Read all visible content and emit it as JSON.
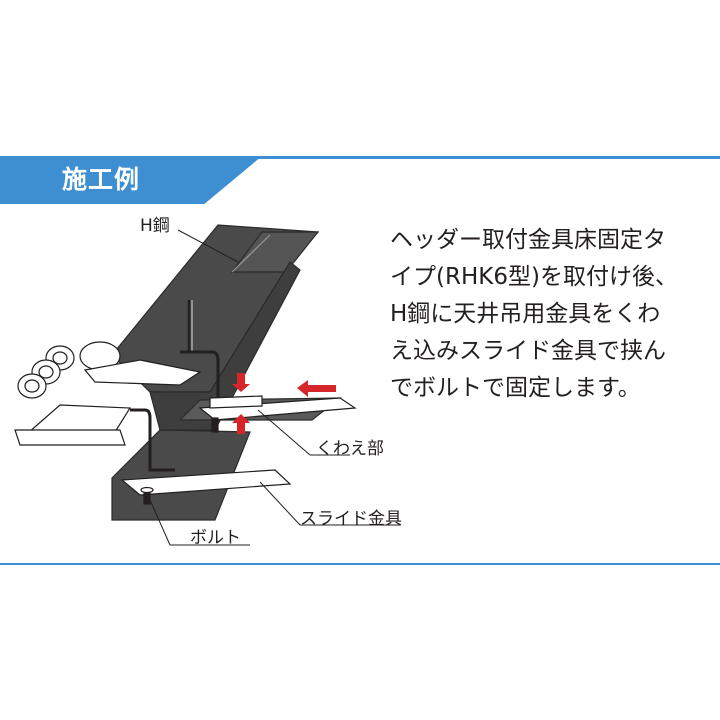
{
  "section": {
    "title": "施工例"
  },
  "description": {
    "lines": [
      "ヘッダー取付金具床固定タ",
      "イプ(RHK6型)を取付け後、",
      "H鋼に天井吊用金具をくわ",
      "え込みスライド金具で挟ん",
      "でボルトで固定します。"
    ]
  },
  "labels": {
    "h_beam": "H鋼",
    "clamp_part": "くわえ部",
    "slide_fitting": "スライド金具",
    "bolt": "ボルト"
  },
  "colors": {
    "accent_blue": "#3d8fd1",
    "steel_dark": "#4a4a4a",
    "arrow_red": "#d6262b"
  }
}
